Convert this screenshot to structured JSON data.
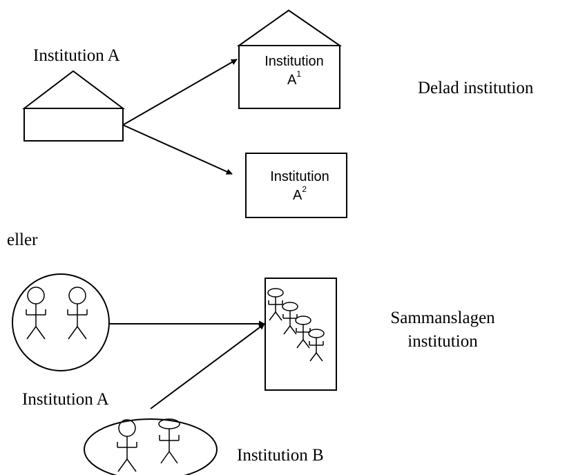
{
  "top": {
    "source_label": "Institution A",
    "target1": {
      "line": "Institution",
      "letter": "A",
      "sup": "1"
    },
    "target2": {
      "line": "Institution",
      "letter": "A",
      "sup": "2"
    },
    "caption": "Delad institution"
  },
  "separator": "eller",
  "bottom": {
    "source_a_label": "Institution A",
    "source_b_label": "Institution B",
    "caption_line1": "Sammanslagen",
    "caption_line2": "institution"
  }
}
